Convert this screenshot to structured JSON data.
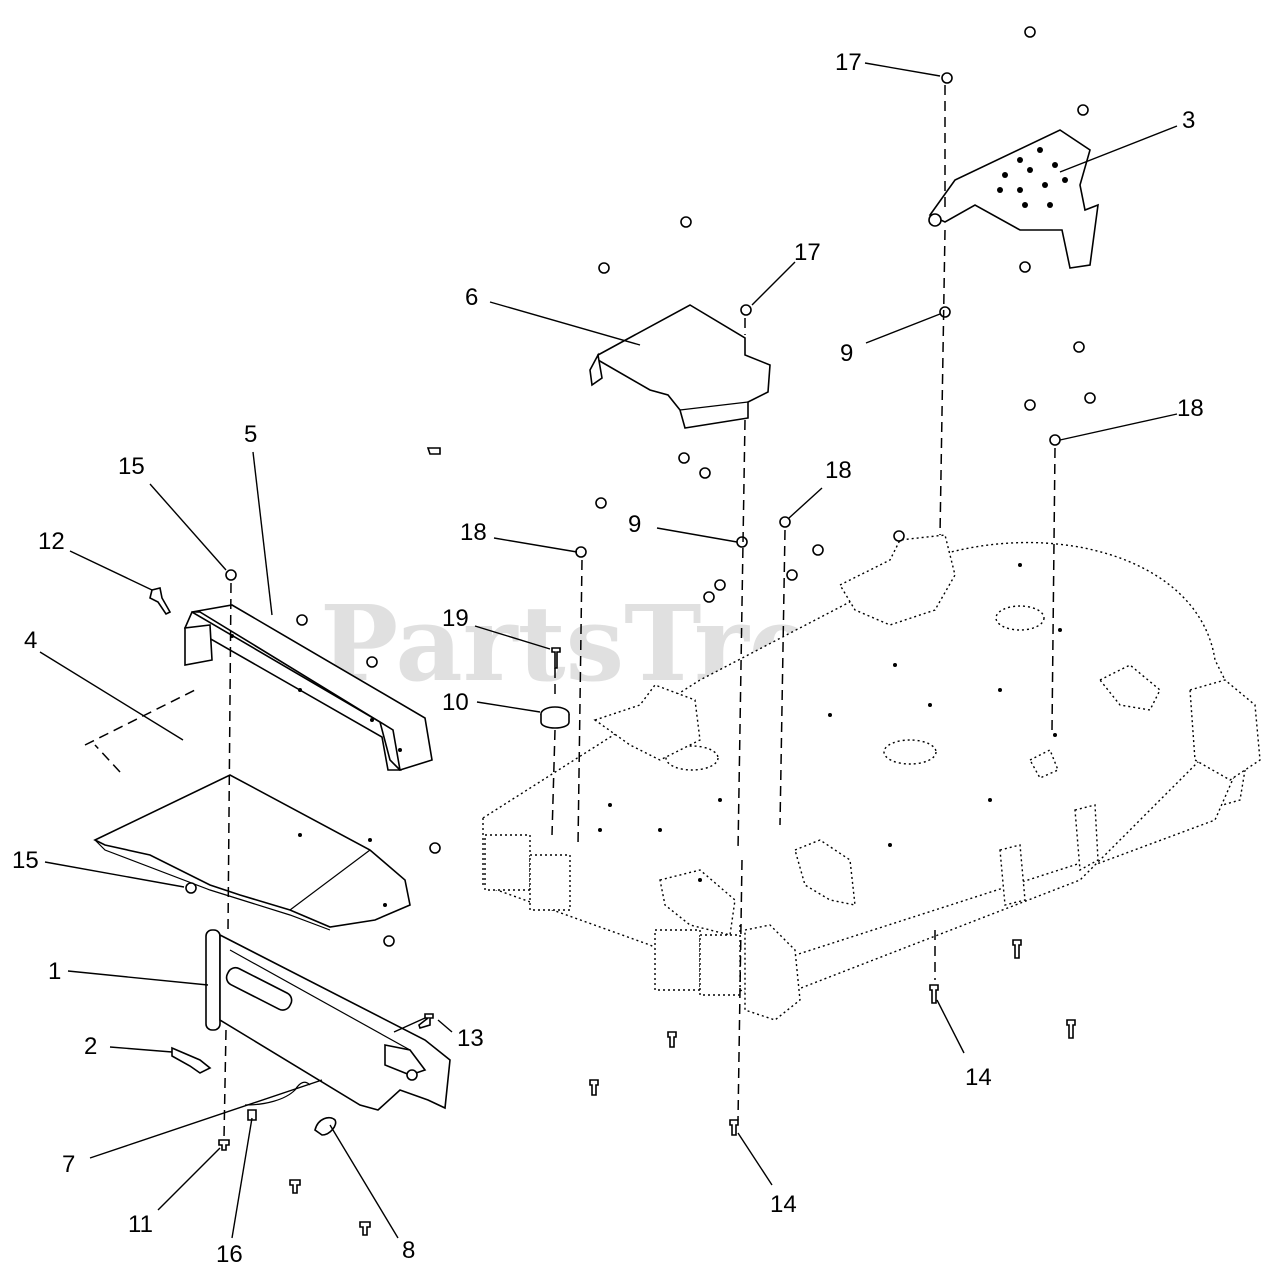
{
  "watermark": "PartsTree",
  "callouts": {
    "c1": "1",
    "c2": "2",
    "c3": "3",
    "c4": "4",
    "c5": "5",
    "c6": "6",
    "c7": "7",
    "c8": "8",
    "c9a": "9",
    "c9b": "9",
    "c10": "10",
    "c11": "11",
    "c12": "12",
    "c13": "13",
    "c14a": "14",
    "c14b": "14",
    "c15a": "15",
    "c15b": "15",
    "c16": "16",
    "c17a": "17",
    "c17b": "17",
    "c18a": "18",
    "c18b": "18",
    "c18c": "18",
    "c19": "19"
  }
}
